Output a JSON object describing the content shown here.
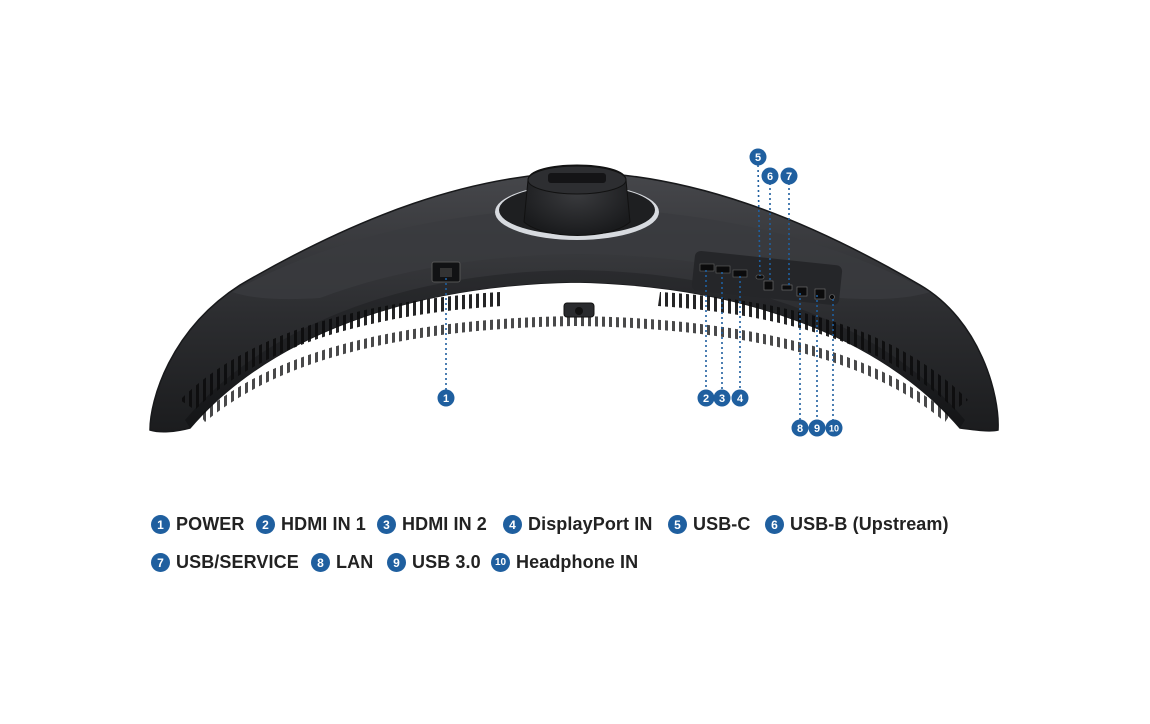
{
  "colors": {
    "badge": "#1f5f9f",
    "monitor_body": "#2f3033",
    "monitor_edge": "#1d1e20",
    "stand_ring": "#cfd3d8",
    "legend_text": "#222222"
  },
  "callouts": [
    {
      "number": "1",
      "port": "POWER"
    },
    {
      "number": "2",
      "port": "HDMI IN 1"
    },
    {
      "number": "3",
      "port": "HDMI IN 2"
    },
    {
      "number": "4",
      "port": "DisplayPort IN"
    },
    {
      "number": "5",
      "port": "USB-C"
    },
    {
      "number": "6",
      "port": "USB-B (Upstream)"
    },
    {
      "number": "7",
      "port": "USB/SERVICE"
    },
    {
      "number": "8",
      "port": "LAN"
    },
    {
      "number": "9",
      "port": "USB 3.0"
    },
    {
      "number": "10",
      "port": "Headphone IN"
    }
  ]
}
